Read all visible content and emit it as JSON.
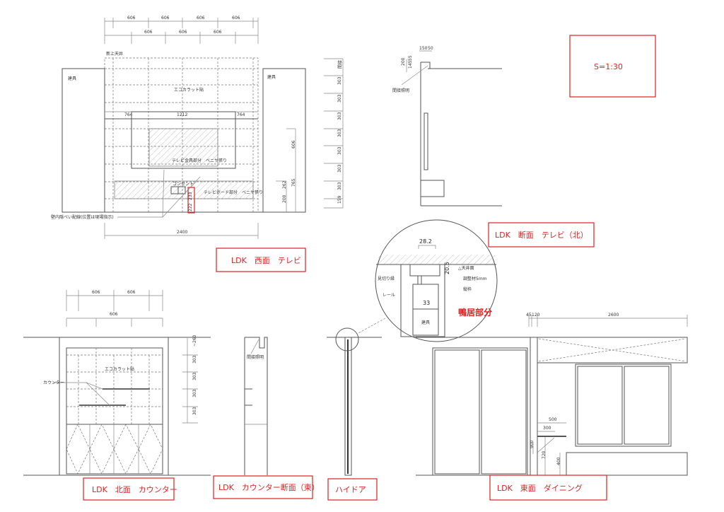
{
  "titles": {
    "west": "LDK　西面　テレビ",
    "north_section": "LDK　断面　テレビ（北）",
    "north": "LDK　北面　カウンター",
    "counter_section": "LDK　カウンター断面（東）",
    "highdoor": "ハイドア",
    "east": "LDK　東面　ダイニング",
    "scale": "S=1:30"
  },
  "west": {
    "ceiling": "新上天井",
    "fixture_left": "建具",
    "fixture_right": "建具",
    "ecocarat": "エコカラット貼",
    "tv_mount": "テレビ金具部分　ベニヤ張り",
    "tv_board": "テレビボード部分　ベニヤ張り",
    "outlet": "コンセント",
    "wiring": "壁内隠ぺい配線(位置は現場指示)",
    "top1": [
      "606",
      "606",
      "606",
      "606"
    ],
    "top2": [
      "606",
      "606",
      "606"
    ],
    "widths": [
      "764",
      "1212",
      "764"
    ],
    "total": "2400",
    "right": [
      "間接",
      "303",
      "303",
      "303",
      "303",
      "303",
      "303",
      "303",
      "159"
    ],
    "h606": "606",
    "h765": "765",
    "h262": "262",
    "h200": "200",
    "red1": "233",
    "red2": "222"
  },
  "section": {
    "d1": "150",
    "d2": "50",
    "d3": "200",
    "d4": "55",
    "d5": "145",
    "lighting": "間接照明"
  },
  "detail": {
    "w": "28.2",
    "h": "20.5",
    "d": "33",
    "trim": "見切り縁",
    "rail": "レール",
    "ceiling": "△天井面",
    "shim": "調整材5mm",
    "frame": "縦枠",
    "fixture": "建具",
    "kamoi": "鴨居部分"
  },
  "north": {
    "top1": [
      "606",
      "606"
    ],
    "top2": [
      "606"
    ],
    "ecocarat": "エコカラット貼",
    "counter": "カウンター",
    "right": [
      "~260",
      "303",
      "303",
      "303",
      "303"
    ]
  },
  "counter_section": {
    "lighting": "間接照明"
  },
  "east": {
    "d1": "45",
    "d2": "120",
    "d3": "2600",
    "d500": "500",
    "d300": "300",
    "d900": "900",
    "d720": "720",
    "d400": "400"
  }
}
